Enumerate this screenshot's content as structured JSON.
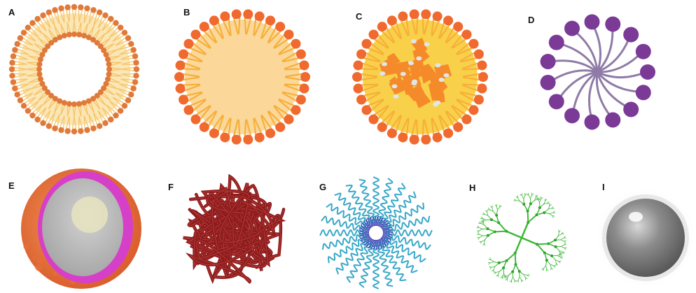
{
  "panels": [
    {
      "label": "A",
      "icon": "liposome-bilayer-icon",
      "colors": {
        "head": "#e07a3a",
        "tail": "#f5c46a",
        "fill": "#fbe6b5"
      }
    },
    {
      "label": "B",
      "icon": "solid-lipid-nanoparticle-icon",
      "colors": {
        "head": "#f0692f",
        "tail": "#f6b03a",
        "core": "#fbd79a"
      }
    },
    {
      "label": "C",
      "icon": "nanostructured-lipid-carrier-icon",
      "colors": {
        "head": "#f0692f",
        "tail": "#f6b03a",
        "core": "#f9d04a",
        "solid": "#f58a2a",
        "droplet": "#dfe6ea"
      }
    },
    {
      "label": "D",
      "icon": "micelle-icon",
      "colors": {
        "head": "#7a3a96",
        "tail": "#8f7ba6"
      }
    },
    {
      "label": "E",
      "icon": "cell-membrane-vesicle-icon",
      "colors": {
        "outer": "#e8703a",
        "membrane": "#d63fc8",
        "inner": "#b8b8b8",
        "nucleus": "#e8e4c0"
      }
    },
    {
      "label": "F",
      "icon": "polymer-nanogel-icon",
      "colors": {
        "strand": "#8e1c1c"
      }
    },
    {
      "label": "G",
      "icon": "polymeric-micelle-icon",
      "colors": {
        "shell": "#3aa8c8",
        "core": "#4a4ab8"
      }
    },
    {
      "label": "H",
      "icon": "dendrimer-icon",
      "colors": {
        "branch": "#3fb83a",
        "node": "#2a9a2a"
      }
    },
    {
      "label": "I",
      "icon": "inorganic-nanoparticle-icon",
      "colors": {
        "sphere": "#8c8c8c",
        "halo": "#e8e8e8"
      }
    }
  ]
}
